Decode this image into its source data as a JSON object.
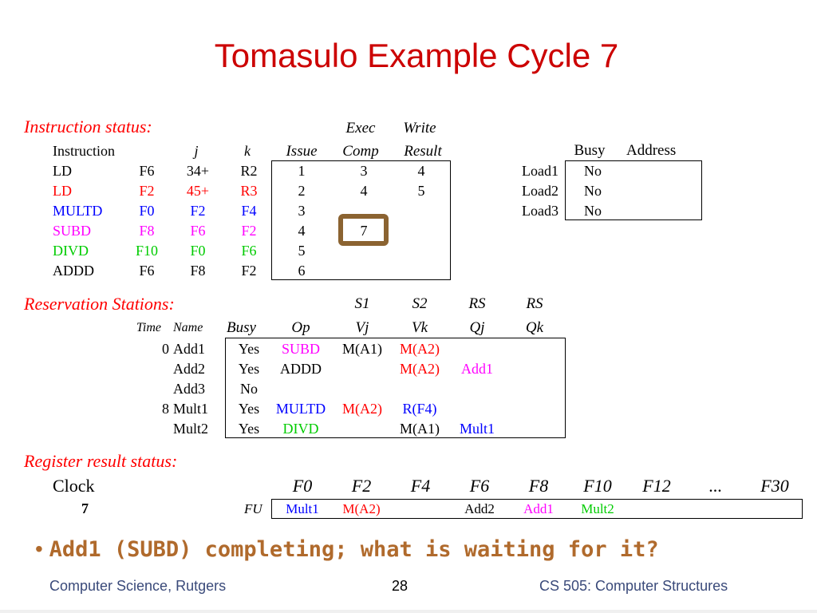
{
  "slide": {
    "title": "Tomasulo Example Cycle 7",
    "bullet": "Add1 (SUBD) completing; what is waiting for it?",
    "footer_left": "Computer Science, Rutgers",
    "footer_page": "28",
    "footer_right": "CS 505: Computer Structures"
  },
  "instruction_status": {
    "heading": "Instruction status:",
    "headers_top": {
      "exec": "Exec",
      "write": "Write"
    },
    "headers": {
      "instruction": "Instruction",
      "j": "j",
      "k": "k",
      "issue": "Issue",
      "comp": "Comp",
      "result": "Result"
    },
    "rows": [
      {
        "op": "LD",
        "dst": "F6",
        "j": "34+",
        "k": "R2",
        "issue": "1",
        "comp": "3",
        "result": "4",
        "color": "#000000"
      },
      {
        "op": "LD",
        "dst": "F2",
        "j": "45+",
        "k": "R3",
        "issue": "2",
        "comp": "4",
        "result": "5",
        "color": "#ff0000"
      },
      {
        "op": "MULTD",
        "dst": "F0",
        "j": "F2",
        "k": "F4",
        "issue": "3",
        "comp": "",
        "result": "",
        "color": "#0000ff"
      },
      {
        "op": "SUBD",
        "dst": "F8",
        "j": "F6",
        "k": "F2",
        "issue": "4",
        "comp": "7",
        "result": "",
        "color": "#ff00ff"
      },
      {
        "op": "DIVD",
        "dst": "F10",
        "j": "F0",
        "k": "F6",
        "issue": "5",
        "comp": "",
        "result": "",
        "color": "#00cc00"
      },
      {
        "op": "ADDD",
        "dst": "F6",
        "j": "F8",
        "k": "F2",
        "issue": "6",
        "comp": "",
        "result": "",
        "color": "#000000"
      }
    ]
  },
  "load_buffers": {
    "headers": {
      "busy": "Busy",
      "address": "Address"
    },
    "rows": [
      {
        "name": "Load1",
        "busy": "No",
        "address": ""
      },
      {
        "name": "Load2",
        "busy": "No",
        "address": ""
      },
      {
        "name": "Load3",
        "busy": "No",
        "address": ""
      }
    ]
  },
  "reservation_stations": {
    "heading": "Reservation Stations:",
    "headers_top": {
      "s1": "S1",
      "s2": "S2",
      "rs1": "RS",
      "rs2": "RS"
    },
    "headers": {
      "time": "Time",
      "name": "Name",
      "busy": "Busy",
      "op": "Op",
      "vj": "Vj",
      "vk": "Vk",
      "qj": "Qj",
      "qk": "Qk"
    },
    "rows": [
      {
        "time": "0",
        "name": "Add1",
        "busy": "Yes",
        "op": "SUBD",
        "op_color": "#ff00ff",
        "vj": "M(A1)",
        "vj_color": "#000000",
        "vk": "M(A2)",
        "vk_color": "#ff0000",
        "qj": "",
        "qj_color": "#000000",
        "qk": ""
      },
      {
        "time": "",
        "name": "Add2",
        "busy": "Yes",
        "op": "ADDD",
        "op_color": "#000000",
        "vj": "",
        "vj_color": "#000000",
        "vk": "M(A2)",
        "vk_color": "#ff0000",
        "qj": "Add1",
        "qj_color": "#ff00ff",
        "qk": ""
      },
      {
        "time": "",
        "name": "Add3",
        "busy": "No",
        "op": "",
        "op_color": "#000000",
        "vj": "",
        "vj_color": "#000000",
        "vk": "",
        "vk_color": "#000000",
        "qj": "",
        "qj_color": "#000000",
        "qk": ""
      },
      {
        "time": "8",
        "name": "Mult1",
        "busy": "Yes",
        "op": "MULTD",
        "op_color": "#0000ff",
        "vj": "M(A2)",
        "vj_color": "#ff0000",
        "vk": "R(F4)",
        "vk_color": "#0000ff",
        "qj": "",
        "qj_color": "#000000",
        "qk": ""
      },
      {
        "time": "",
        "name": "Mult2",
        "busy": "Yes",
        "op": "DIVD",
        "op_color": "#00cc00",
        "vj": "",
        "vj_color": "#000000",
        "vk": "M(A1)",
        "vk_color": "#000000",
        "qj": "Mult1",
        "qj_color": "#0000ff",
        "qk": ""
      }
    ]
  },
  "register_status": {
    "heading": "Register result status:",
    "clock_label": "Clock",
    "clock_value": "7",
    "fu_label": "FU",
    "registers": [
      {
        "name": "F0",
        "fu": "Mult1",
        "color": "#0000ff"
      },
      {
        "name": "F2",
        "fu": "M(A2)",
        "color": "#ff0000"
      },
      {
        "name": "F4",
        "fu": "",
        "color": "#000000"
      },
      {
        "name": "F6",
        "fu": "Add2",
        "color": "#000000"
      },
      {
        "name": "F8",
        "fu": "Add1",
        "color": "#ff00ff"
      },
      {
        "name": "F10",
        "fu": "Mult2",
        "color": "#00cc00"
      },
      {
        "name": "F12",
        "fu": "",
        "color": "#000000"
      },
      {
        "name": "...",
        "fu": "",
        "color": "#000000"
      },
      {
        "name": "F30",
        "fu": "",
        "color": "#000000"
      }
    ]
  },
  "colors": {
    "title": "#cc0000",
    "bullet": "#b06a2c",
    "highlight": "#8b6331"
  }
}
